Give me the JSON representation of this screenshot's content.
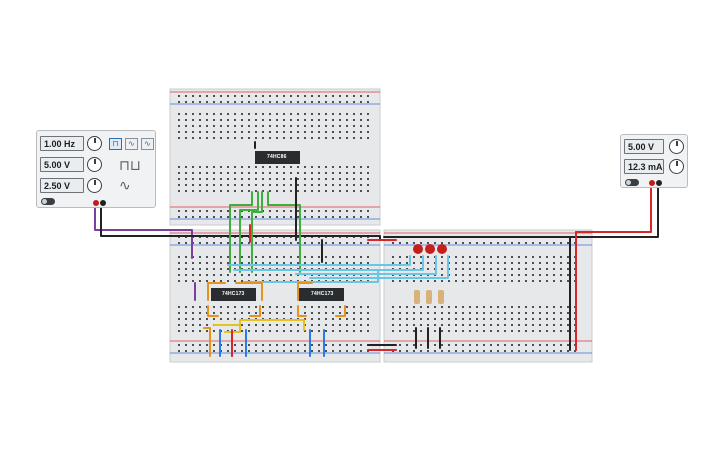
{
  "function_generator": {
    "frequency": "1.00 Hz",
    "amplitude": "5.00 V",
    "offset": "2.50 V",
    "waveforms": [
      "square-wave-icon",
      "triangle-wave-icon",
      "sine-wave-icon"
    ],
    "active_waveform": "square-wave-icon"
  },
  "power_supply": {
    "voltage": "5.00 V",
    "current": "12.3 mA"
  },
  "chips": {
    "top": "74HC86",
    "left": "74HC173",
    "right": "74HC173"
  },
  "colors": {
    "breadboard": "#e7e8e9",
    "rail_red": "#d93a3a",
    "rail_blue": "#3a6fd9",
    "hole": "#4a4f54",
    "wire_purple": "#7b3fa0",
    "wire_black": "#222222",
    "wire_red": "#d62828",
    "wire_green": "#3fae3f",
    "wire_cyan": "#6ac6e6",
    "wire_yellow": "#e6c21e",
    "wire_orange": "#e8921e",
    "wire_blue": "#2a7be6",
    "led_red": "#c41e1e",
    "resistor": "#d8b27a"
  },
  "leds": 3,
  "resistors": 3
}
